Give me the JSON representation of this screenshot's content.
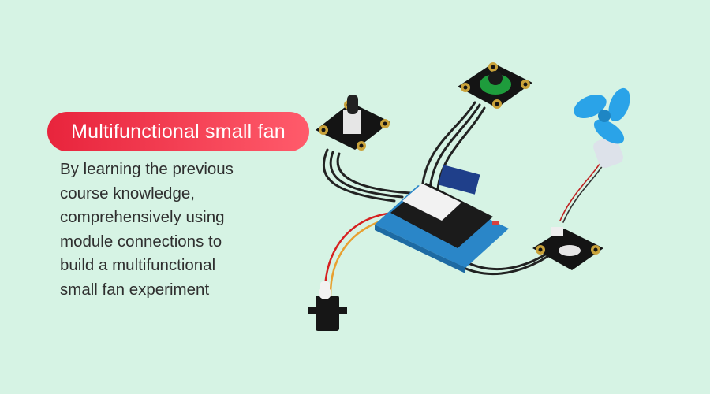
{
  "title": "Multifunctional small fan",
  "description_lines": [
    "By learning the previous",
    "course knowledge,",
    "comprehensively using",
    "module connections to",
    "build a multifunctional",
    "small fan experiment"
  ],
  "colors": {
    "background": "#d6f3e4",
    "title_pill_start": "#e8243c",
    "title_pill_end": "#ff5b6b",
    "board_blue": "#2a86c8",
    "fan_blue": "#2aa3e8",
    "button_green": "#1e9c3c"
  },
  "illustration": {
    "components": [
      "potentiometer-module",
      "push-button-module",
      "controller-board",
      "motor-fan",
      "motor-driver-module",
      "servo-motor"
    ]
  }
}
